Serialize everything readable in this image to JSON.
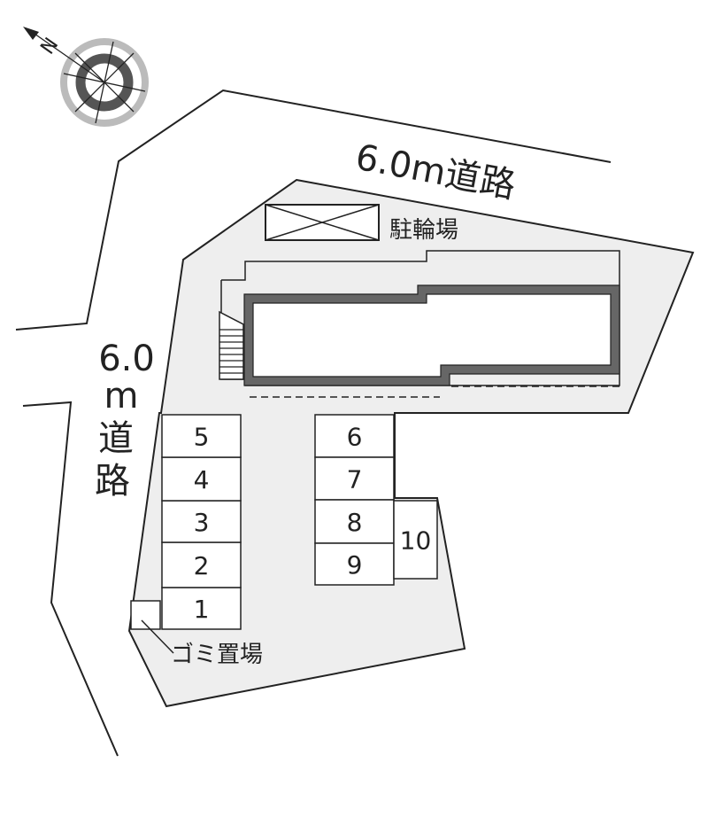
{
  "compass": {
    "label": "N",
    "icon": "north-arrow-icon"
  },
  "roads": {
    "north": {
      "text": "6.0m道路"
    },
    "west": {
      "lines": [
        "6.0",
        "m",
        "道",
        "路"
      ]
    }
  },
  "bicycle_parking": {
    "label": "駐輪場"
  },
  "garbage_area": {
    "label": "ゴミ置場"
  },
  "parking_slots": [
    "1",
    "2",
    "3",
    "4",
    "5",
    "6",
    "7",
    "8",
    "9",
    "10"
  ],
  "colors": {
    "lot_fill": "#eeeeee",
    "line": "#222222",
    "building_wall": "#666666",
    "white": "#ffffff"
  }
}
